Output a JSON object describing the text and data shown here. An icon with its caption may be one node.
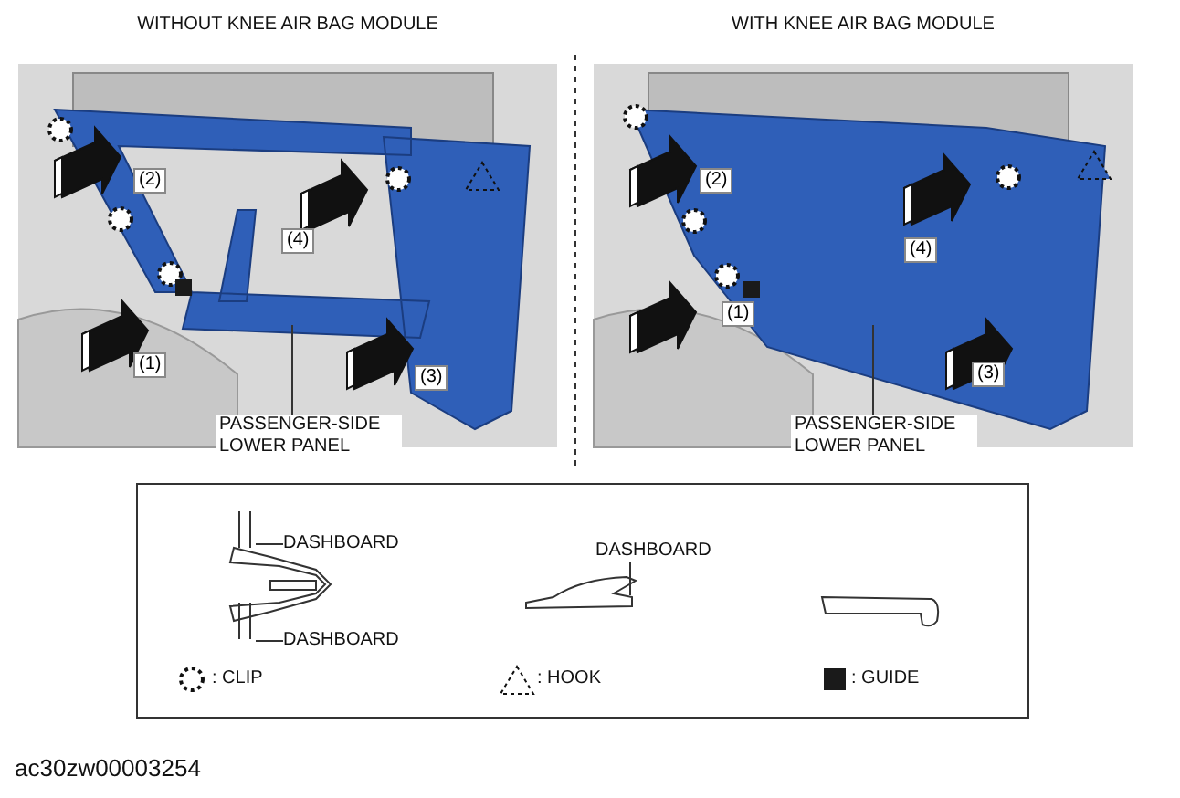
{
  "diagram": {
    "nodes": [
      {
        "text": [
          "PASSENGER-SIDE LOWER PANEL"
        ]
      },
      {
        "text": [],
        "shape": "picture"
      },
      {
        "text": [
          "PASSENGER-SIDE LOWER PANEL"
        ]
      },
      {
        "text": [],
        "shape": "picture"
      },
      {
        "text": [],
        "shape": "picture"
      },
      {
        "text": [
          "DASHBOARD"
        ]
      },
      {
        "text": [
          "DASHBOARD"
        ]
      },
      {
        "text": [],
        "shape": "picture"
      },
      {
        "text": [
          "DASHBOARD"
        ]
      }
    ],
    "edges": [
      {
        "from": 0,
        "to": 1,
        "arrow": "none"
      },
      {
        "from": 2,
        "to": 3,
        "arrow": "none"
      },
      {
        "from": 5,
        "to": 4,
        "arrow": "none"
      },
      {
        "from": 6,
        "to": 4,
        "arrow": "none"
      },
      {
        "from": 8,
        "to": 7,
        "arrow": "none"
      }
    ],
    "labels": [
      "WITHOUT KNEE AIR BAG MODULE",
      "WITH KNEE AIR BAG MODULE",
      "(2)",
      "(4)",
      "(1)",
      "(3)",
      "(2)",
      "(4)",
      "(1)",
      "(3)",
      "ac30zw00003254"
    ],
    "legend": [
      {
        "text": ": CLIP"
      },
      {
        "text": ": HOOK"
      },
      {
        "text": ": GUIDE",
        "color": "#1a1a1a"
      }
    ]
  }
}
